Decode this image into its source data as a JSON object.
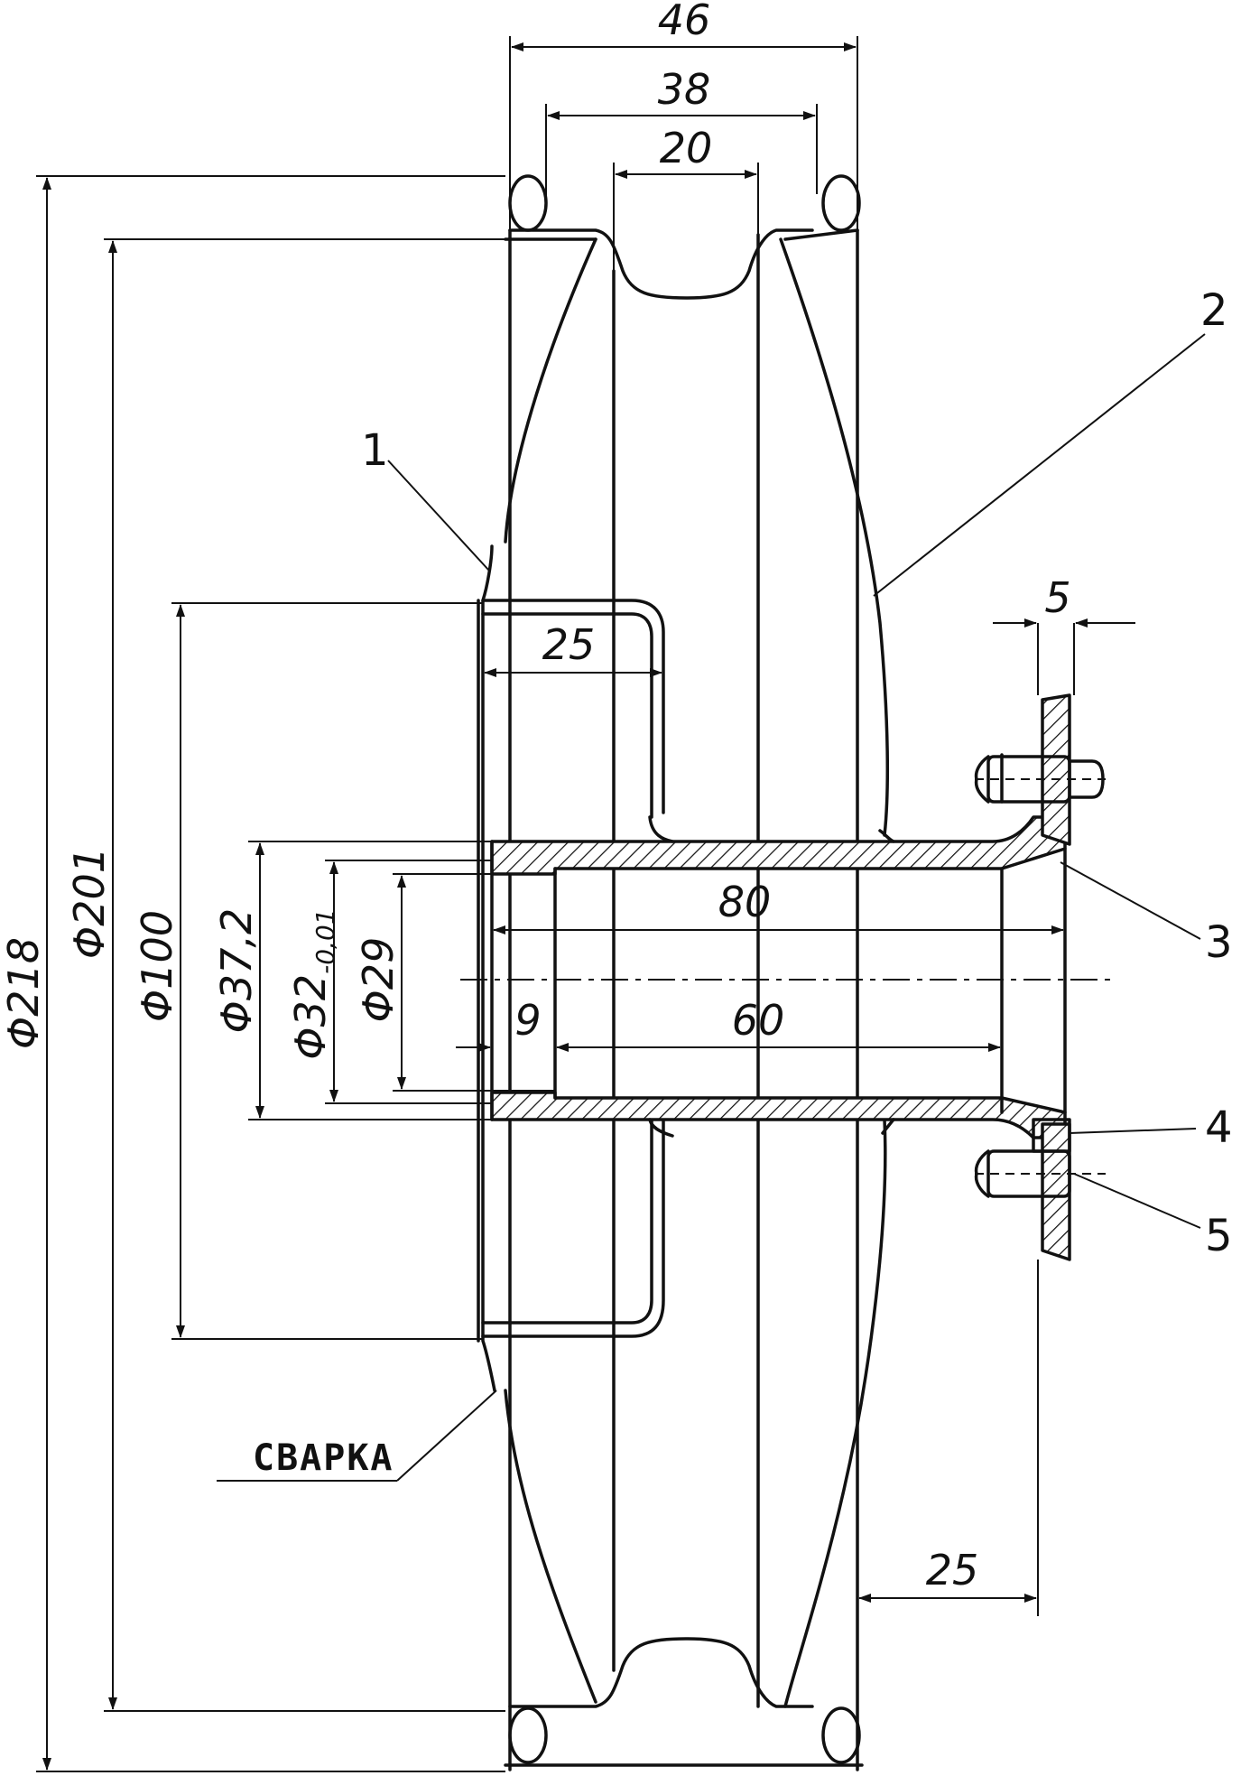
{
  "dimensions": {
    "w46": "46",
    "w38": "38",
    "w20": "20",
    "w25_top": "25",
    "w5": "5",
    "w80": "80",
    "w60": "60",
    "w9": "9",
    "w25_bottom": "25",
    "d218": "Φ218",
    "d201": "Φ201",
    "d100": "Φ100",
    "d37": "Φ37,2",
    "d32": "Φ32",
    "d32_tol": "-0,01",
    "d29": "Φ29"
  },
  "callouts": {
    "c1": "1",
    "c2": "2",
    "c3": "3",
    "c4": "4",
    "c5": "5"
  },
  "notes": {
    "weld": "СВАРКА"
  }
}
